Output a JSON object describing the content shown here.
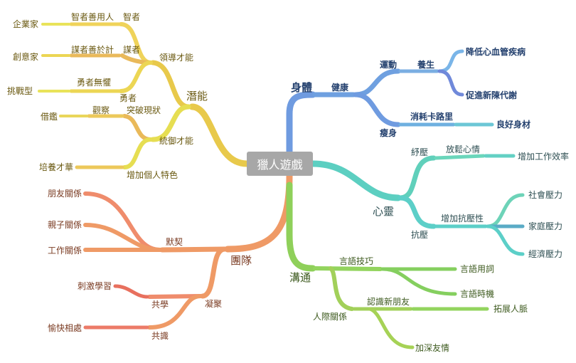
{
  "root": {
    "label": "獵人遊戲",
    "color": "#a7a7a7"
  },
  "branches": {
    "potential": {
      "label": "潛能",
      "color": "#e8c94b",
      "leadership": {
        "label": "領導才能",
        "wise": {
          "label": "智者",
          "child": "智者善用人",
          "leaf": "企業家"
        },
        "strategist": {
          "label": "謀者",
          "child": "謀者善於計",
          "leaf": "創意家"
        },
        "brave": {
          "label": "勇者",
          "child": "勇者無懼",
          "leaf": "挑戰型"
        }
      },
      "command": {
        "label": "統御才能",
        "breakthrough": {
          "label": "突破現狀",
          "child": "觀察",
          "leaf": "借鑑"
        },
        "traits": {
          "label": "增加個人特色",
          "leaf": "培養才華"
        }
      }
    },
    "team": {
      "label": "團隊",
      "color": "#ef9a66",
      "rapport": {
        "label": "默契",
        "leaves": [
          "朋友關係",
          "親子關係",
          "工作關係"
        ]
      },
      "cohesion": {
        "label": "凝聚",
        "colearn": {
          "label": "共學",
          "leaf": "刺激學習"
        },
        "consensus": {
          "label": "共識",
          "leaf": "愉快相處"
        }
      }
    },
    "body": {
      "label": "身體",
      "color": "#6f9be0",
      "health": {
        "label": "健康",
        "exercise": {
          "label": "運動",
          "child": "養生",
          "leaves": [
            "降低心血管疾病",
            "促進新陳代謝"
          ]
        },
        "slim": {
          "label": "瘦身",
          "child": "消耗卡路里",
          "leaf": "良好身材"
        }
      }
    },
    "mind": {
      "label": "心靈",
      "color": "#5ccfc1",
      "relief": {
        "label": "紓壓",
        "child": "放鬆心情",
        "leaf": "增加工作效率"
      },
      "resist": {
        "label": "抗壓",
        "child": "增加抗壓性",
        "leaves": [
          "社會壓力",
          "家庭壓力",
          "經濟壓力"
        ]
      }
    },
    "communication": {
      "label": "溝通",
      "color": "#8fd05a",
      "speech": {
        "label": "言語技巧",
        "leaves": [
          "言語用詞",
          "言語時機"
        ]
      },
      "relations": {
        "label": "人際關係",
        "child": "認識新朋友",
        "leaf": "拓展人脈",
        "leaf2": "加深友情"
      }
    }
  }
}
